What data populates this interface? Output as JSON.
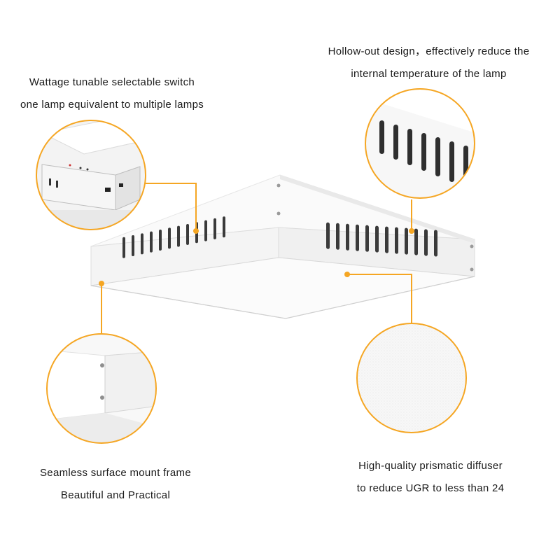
{
  "captions": {
    "top_left": [
      "Wattage tunable selectable switch",
      "one lamp equivalent to multiple lamps"
    ],
    "top_right": [
      "Hollow-out design，effectively reduce the",
      "internal temperature of the lamp"
    ],
    "bottom_left": [
      "Seamless surface mount frame",
      "Beautiful and Practical"
    ],
    "bottom_right": [
      "High-quality prismatic diffuser",
      "to reduce UGR to less than 24"
    ]
  },
  "colors": {
    "accent": "#f5a623",
    "frame": "#ffffff",
    "shadow": "#d9d9d9",
    "text": "#1a1a1a"
  },
  "icons": {
    "callout_switch": "switch-box-detail",
    "callout_vents": "vent-slots-detail",
    "callout_frame": "frame-corner-detail",
    "callout_diffuser": "diffuser-texture-detail"
  }
}
